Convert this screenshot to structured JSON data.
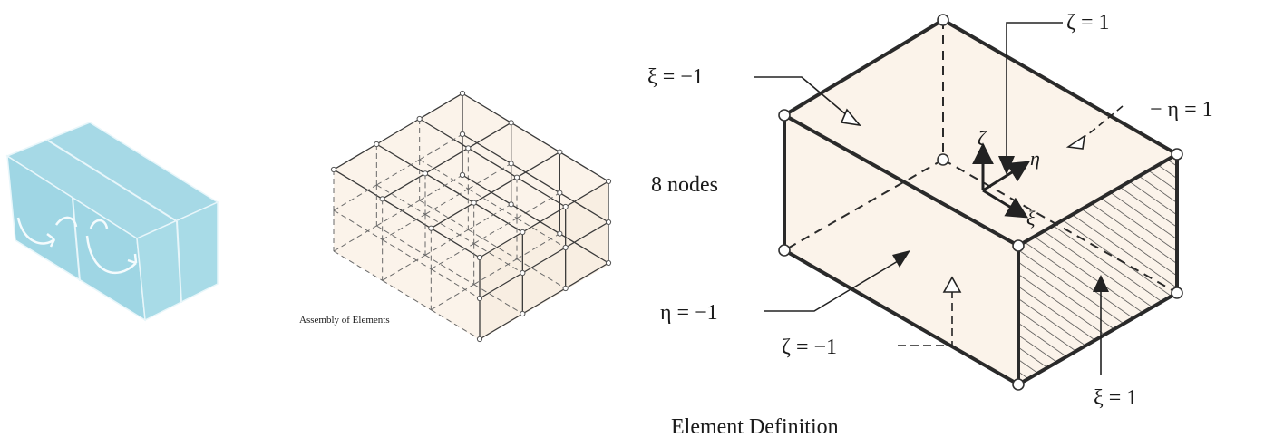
{
  "colors": {
    "background": "#ffffff",
    "element_fill": "#fbf3ea",
    "blue_block": "#a6d9e6",
    "ink": "#2a2a2a"
  },
  "left_panel": {
    "description_icons": [
      "rotation-arrow-icon",
      "rotation-arrow-icon"
    ]
  },
  "middle_panel": {
    "caption": "Assembly of Elements"
  },
  "right_panel": {
    "nodes_label": "8 nodes",
    "face_labels": {
      "zeta_pos": "ζ = 1",
      "xi_neg": "ξ = −1",
      "eta_pos": "− η = 1",
      "eta_neg": "η = −1",
      "zeta_neg": "ζ = −1",
      "xi_pos": "ξ = 1"
    },
    "axis_labels": {
      "zeta": "ζ",
      "eta": "η",
      "xi": "ξ"
    },
    "caption": "Element Definition"
  }
}
